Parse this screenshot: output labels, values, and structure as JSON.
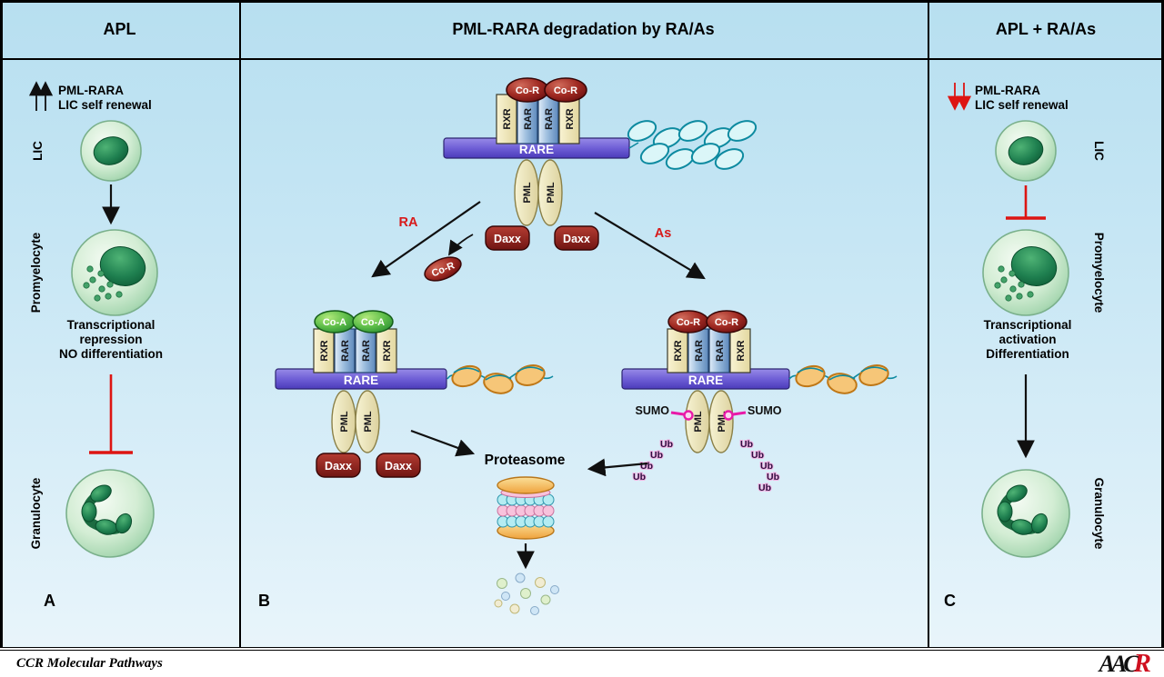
{
  "header": {
    "left": "APL",
    "center": "PML-RARA degradation by RA/As",
    "right": "APL + RA/As"
  },
  "mol": {
    "rxr": "RXR",
    "rar": "RAR",
    "rare": "RARE",
    "pml": "PML",
    "daxx": "Daxx",
    "cor": "Co-R",
    "coa": "Co-A",
    "sumo": "SUMO",
    "ub": "Ub"
  },
  "center": {
    "panel_letter": "B",
    "ra": "RA",
    "as_label": "As",
    "proteasome": "Proteasome"
  },
  "left": {
    "panel_letter": "A",
    "top_line1": "PML-RARA",
    "top_line2": "LIC self renewal",
    "cell_lic": "LIC",
    "cell_promyelocyte": "Promyelocyte",
    "cell_granulocyte": "Granulocyte",
    "text1": "Transcriptional",
    "text2": "repression",
    "text3": "NO differentiation"
  },
  "right": {
    "panel_letter": "C",
    "top_line1": "PML-RARA",
    "top_line2": "LIC self renewal",
    "cell_lic": "LIC",
    "cell_promyelocyte": "Promyelocyte",
    "cell_granulocyte": "Granulocyte",
    "text1": "Transcriptional",
    "text2": "activation",
    "text3": "Differentiation"
  },
  "footer": {
    "journal": "CCR Molecular Pathways",
    "logo_prefix": "AAC",
    "logo_r": "R"
  },
  "colors": {
    "background_top": "#b7dff0",
    "background_bottom": "#ebf6fb",
    "rare_purple": "#5f4fd0",
    "corepressor_red": "#8a1c18",
    "coactivator_green": "#3fae3f",
    "sumo_magenta": "#e81aa8",
    "inhibition_red": "#dd1512",
    "chromatin_condensed": "#0d8aa0",
    "chromatin_open": "#e8952f",
    "nucleus_green": "#1f8050"
  }
}
